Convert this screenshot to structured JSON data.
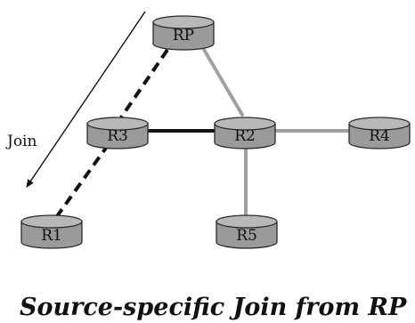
{
  "routers": {
    "rp": "RP",
    "r1": "R1",
    "r2": "R2",
    "r3": "R3",
    "r4": "R4",
    "r5": "R5"
  },
  "join_label": "Join",
  "caption": "Source-specific Join from RP",
  "colors": {
    "router_fill": "#9a9a9a",
    "router_top": "#b8b8b8",
    "router_stroke": "#2a2a2a",
    "gray_link": "#a0a0a0",
    "black_link": "#111111",
    "join_path": "#111111"
  }
}
